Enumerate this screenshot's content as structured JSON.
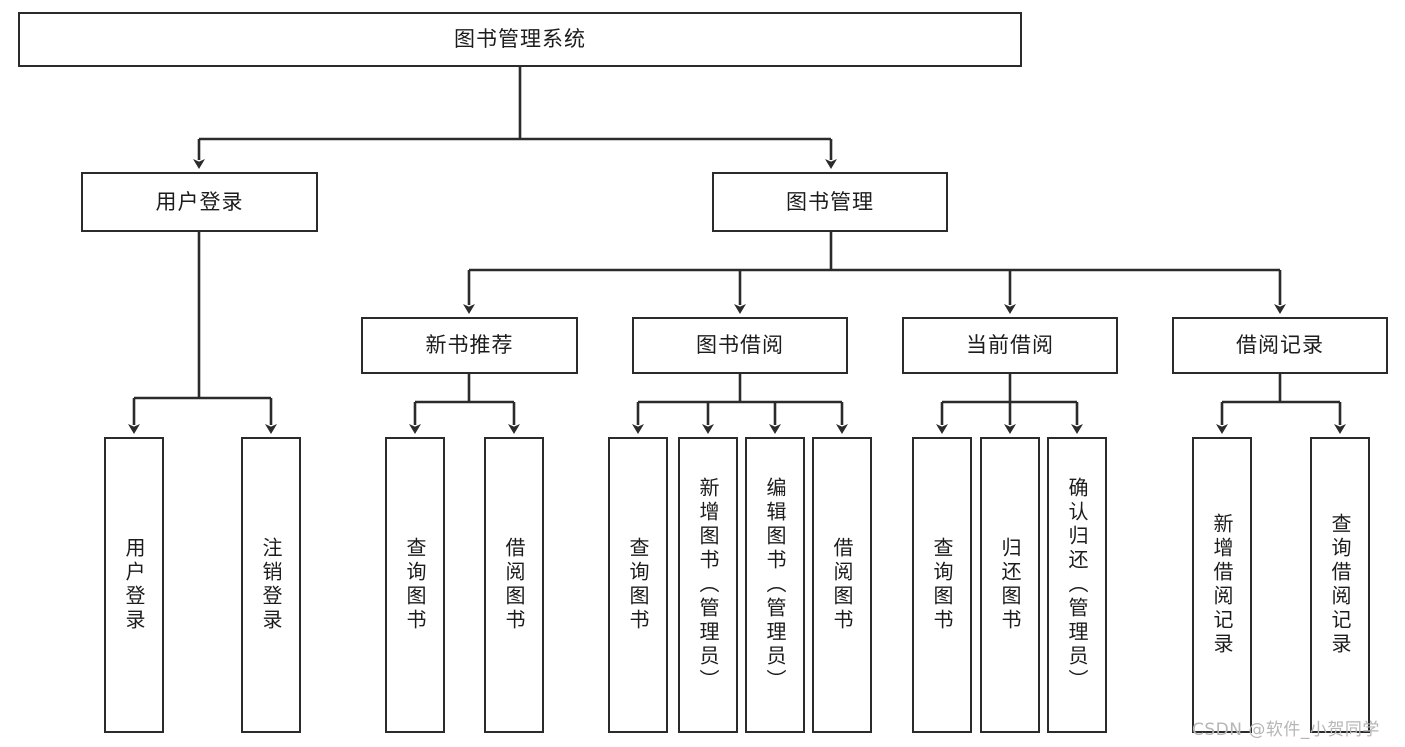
{
  "diagram": {
    "title": "图书管理系统",
    "type": "tree-hierarchy-chart",
    "colors": {
      "node_border": "#2b2b2b",
      "node_fill": "#ffffff",
      "edge": "#2b2b2b",
      "text": "#1c1c1c",
      "watermark": "#b6b6b6",
      "background": "#ffffff"
    },
    "root": {
      "label": "图书管理系统"
    },
    "level1": [
      {
        "label": "用户登录"
      },
      {
        "label": "图书管理"
      }
    ],
    "level2": [
      {
        "label": "新书推荐"
      },
      {
        "label": "图书借阅"
      },
      {
        "label": "当前借阅"
      },
      {
        "label": "借阅记录"
      }
    ],
    "leaves": {
      "user_login": [
        {
          "label": "用户登录"
        },
        {
          "label": "注销登录"
        }
      ],
      "new_book_recommend": [
        {
          "label": "查询图书"
        },
        {
          "label": "借阅图书"
        }
      ],
      "book_borrow": [
        {
          "label": "查询图书"
        },
        {
          "label": "新增图书（管理员）"
        },
        {
          "label": "编辑图书（管理员）"
        },
        {
          "label": "借阅图书"
        }
      ],
      "current_borrow": [
        {
          "label": "查询图书"
        },
        {
          "label": "归还图书"
        },
        {
          "label": "确认归还（管理员）"
        }
      ],
      "borrow_record": [
        {
          "label": "新增借阅记录"
        },
        {
          "label": "查询借阅记录"
        }
      ]
    }
  },
  "watermark": {
    "text": "CSDN @软件_小贺同学"
  }
}
